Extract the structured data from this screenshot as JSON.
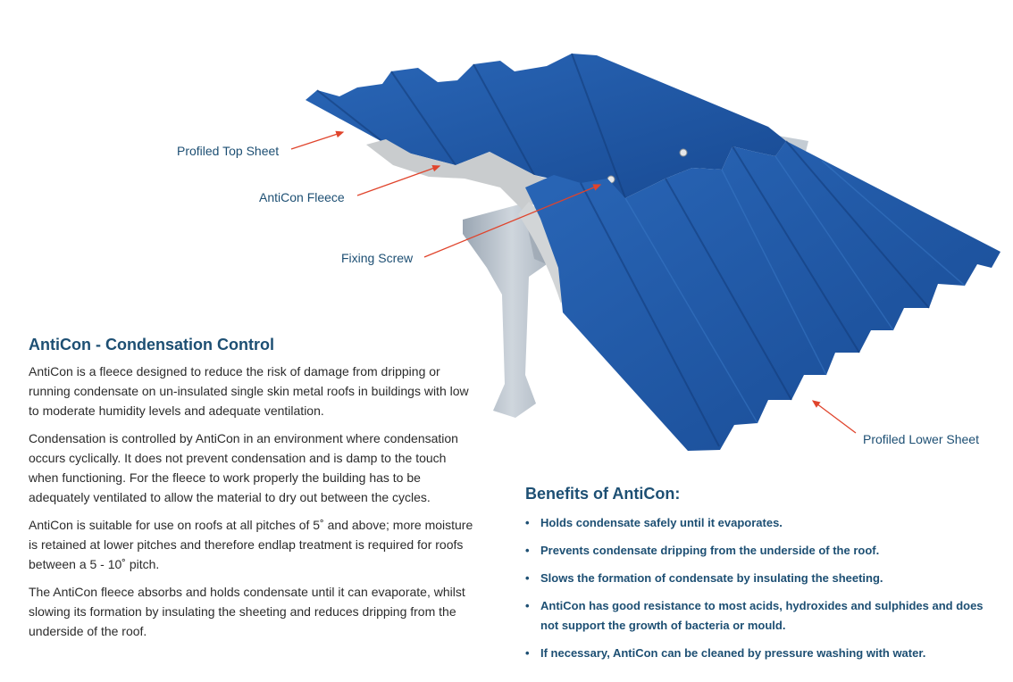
{
  "labels": {
    "top_sheet": "Profiled Top Sheet",
    "fleece": "AntiCon Fleece",
    "screw": "Fixing Screw",
    "lower_sheet": "Profiled Lower Sheet"
  },
  "intro": {
    "title": "AntiCon - Condensation Control",
    "paragraphs": [
      "AntiCon is a fleece designed to reduce the risk of damage from dripping or running condensate on un-insulated single skin metal roofs in buildings with low to moderate humidity levels and adequate ventilation.",
      "Condensation is controlled by AntiCon in an environment where condensation occurs cyclically. It does not prevent condensation and is damp to the touch when functioning. For the fleece to work properly the building has to be adequately ventilated to allow the material to dry out between the cycles.",
      "AntiCon is suitable for use on roofs at all pitches of 5˚ and above; more moisture is retained at lower pitches and therefore endlap treatment is required for roofs between a 5 - 10˚ pitch.",
      "The AntiCon fleece absorbs and holds condensate until it can evaporate, whilst slowing its formation by insulating the sheeting and reduces dripping from the underside of the roof."
    ]
  },
  "benefits": {
    "title": "Benefits of AntiCon:",
    "bullet": "•",
    "items": [
      "Holds condensate safely until it evaporates.",
      "Prevents condensate dripping from the underside of the roof.",
      "Slows the formation of condensate by insulating the sheeting.",
      "AntiCon has good resistance to most acids, hydroxides and sulphides and does not support the growth of bacteria or mould.",
      "If necessary, AntiCon can be cleaned by pressure washing with water."
    ]
  },
  "colors": {
    "sheet_blue": "#1f58a8",
    "sheet_dark": "#153f80",
    "fleece": "#c9ccce",
    "purlin": "#b3bcc6",
    "arrow": "#e0442c",
    "heading": "#1d4f73"
  }
}
